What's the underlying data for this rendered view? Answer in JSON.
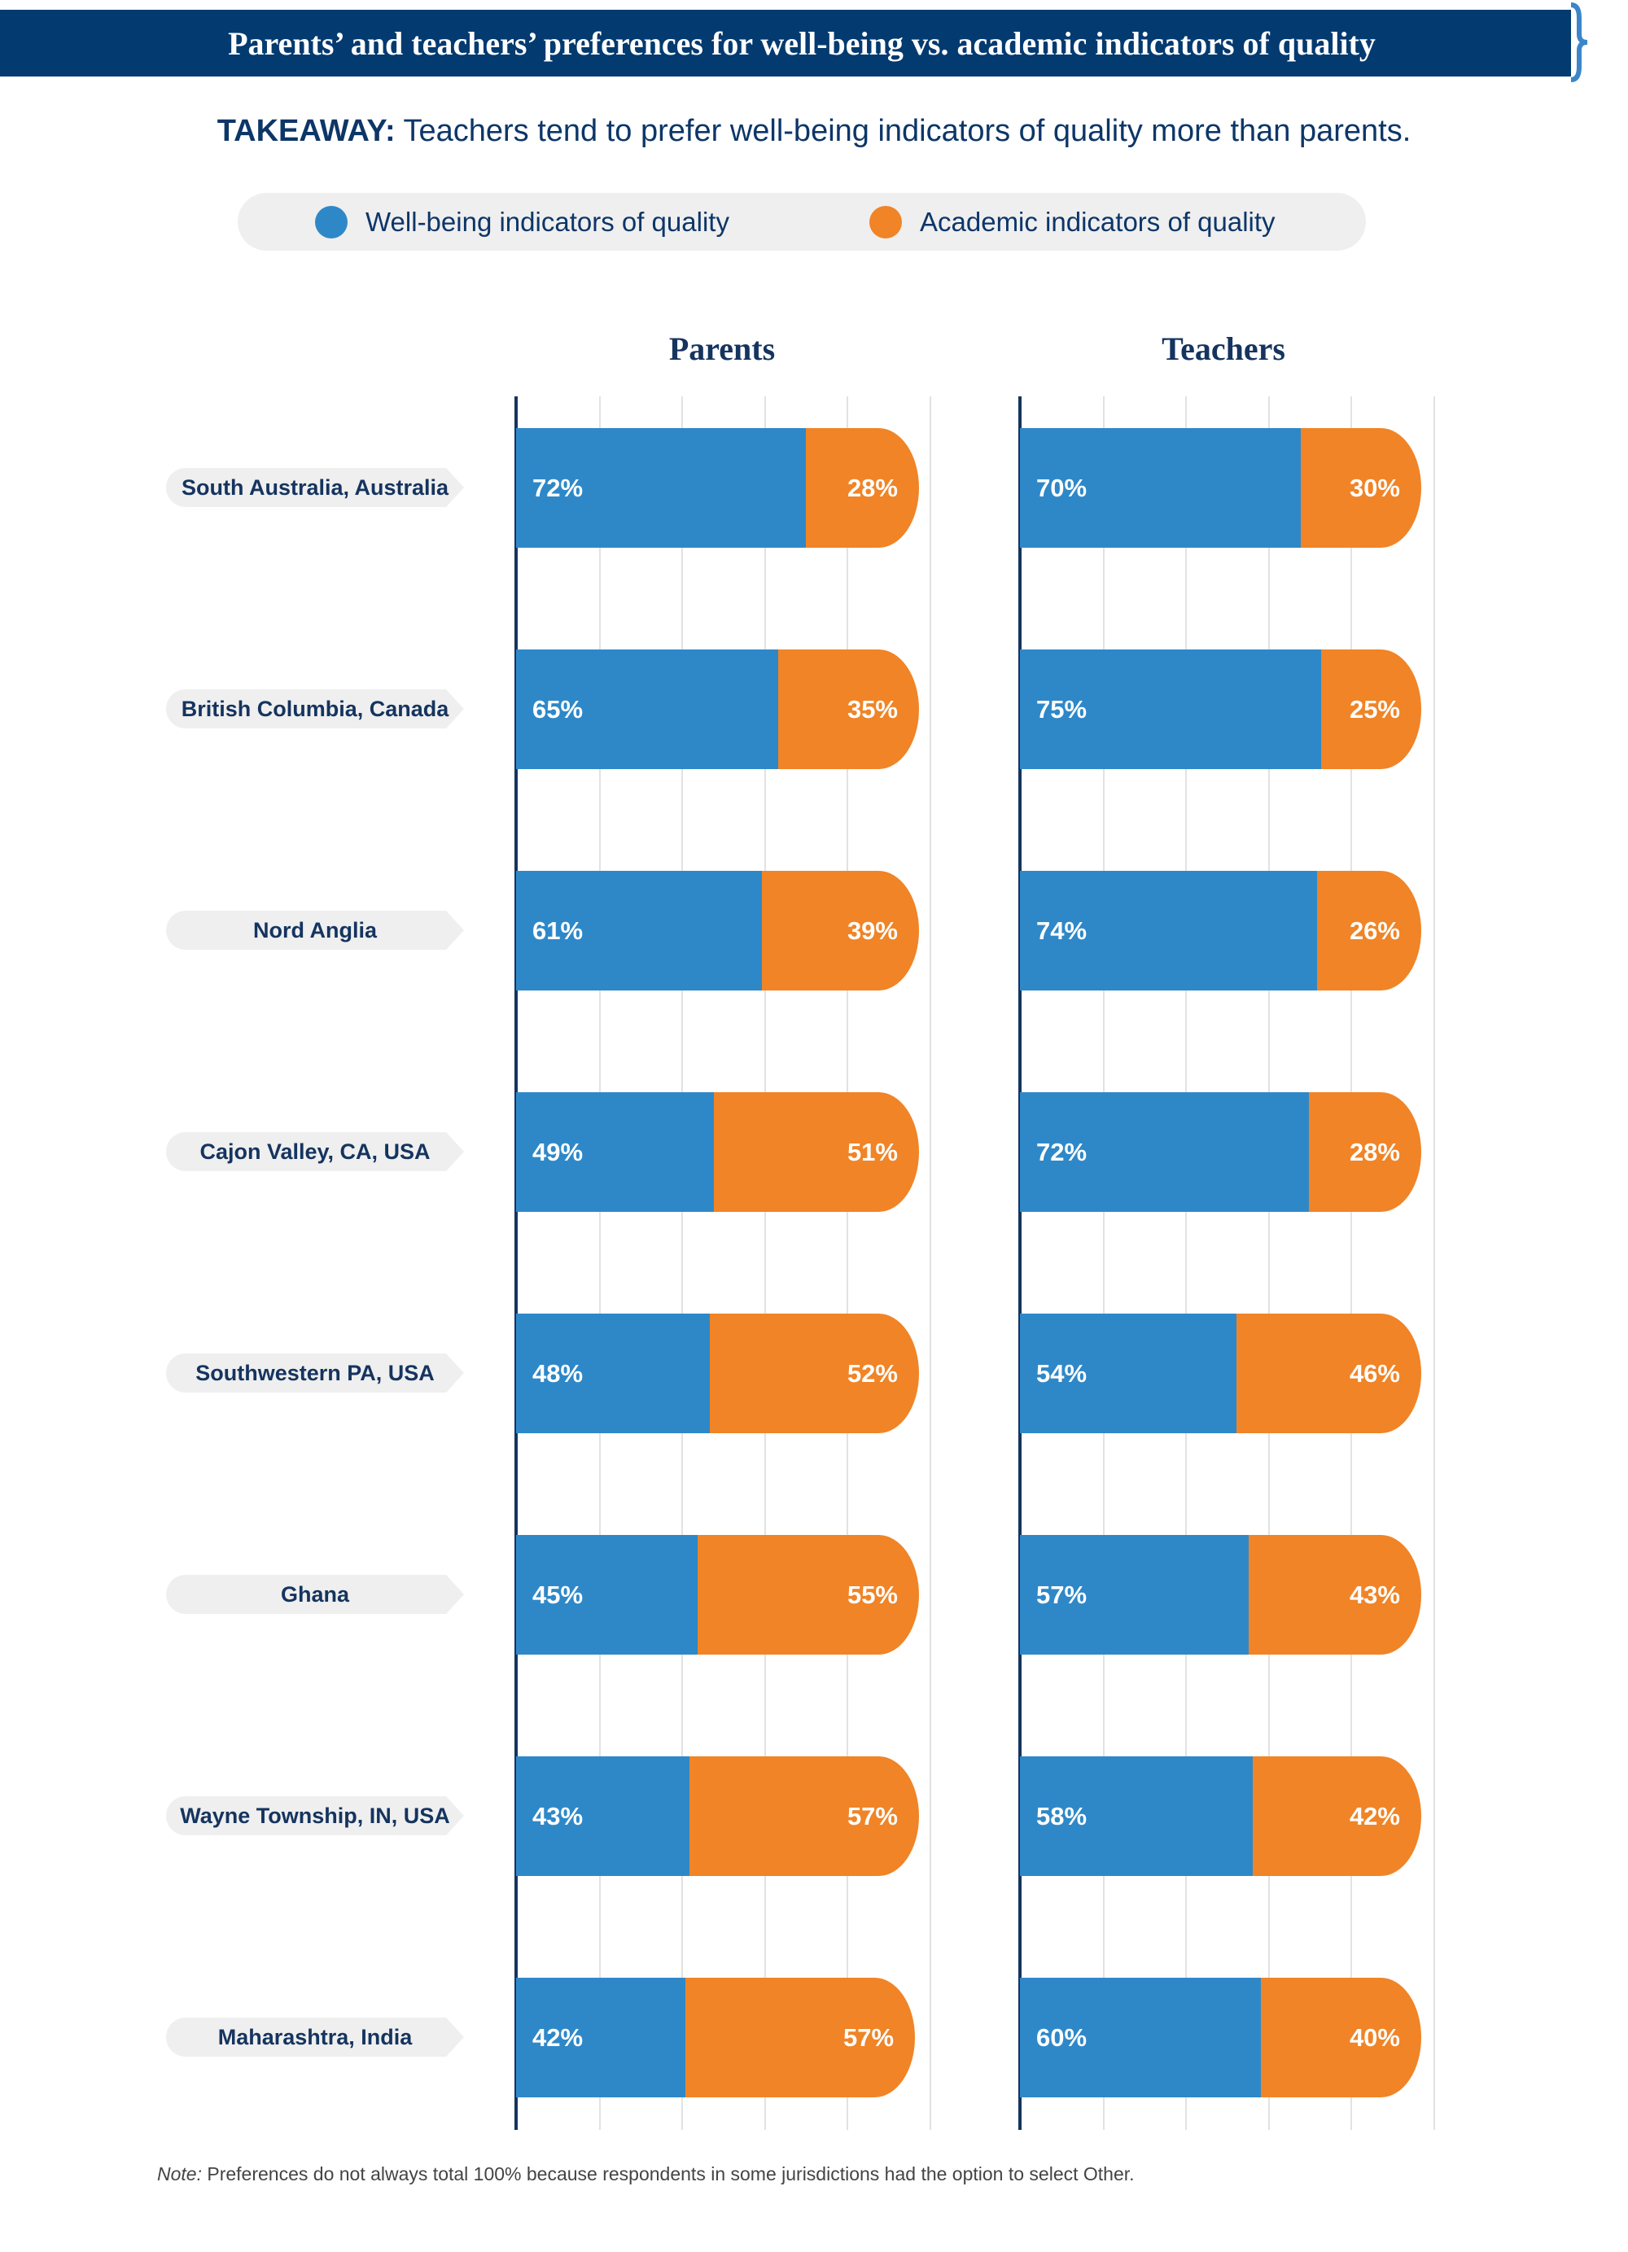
{
  "header": {
    "title": "Parents’ and teachers’ preferences for well-being vs. academic indicators of quality"
  },
  "takeaway": {
    "label": "TAKEAWAY:",
    "text": " Teachers tend to prefer well-being indicators of quality more than parents."
  },
  "colors": {
    "wellbeing": "#2e88c8",
    "academic": "#f08426",
    "navy": "#033a70"
  },
  "footnote": {
    "label": "Note:",
    "text": " Preferences do not always total 100% because respondents in some jurisdictions had the option to select Other."
  },
  "chart_data": {
    "type": "bar",
    "stacked": true,
    "orientation": "horizontal",
    "title": "Parents’ and teachers’ preferences for well-being vs. academic indicators of quality",
    "legend": {
      "placement": "top",
      "entries": [
        "Well-being indicators of quality",
        "Academic indicators of quality"
      ]
    },
    "panels": [
      "Parents",
      "Teachers"
    ],
    "xlim": [
      0,
      100
    ],
    "grid": true,
    "categories": [
      "South Australia, Australia",
      "British Columbia, Canada",
      "Nord Anglia",
      "Cajon Valley, CA, USA",
      "Southwestern PA, USA",
      "Ghana",
      "Wayne Township, IN, USA",
      "Maharashtra, India"
    ],
    "series": [
      {
        "name": "Parents – Well-being indicators of quality",
        "values": [
          72,
          65,
          61,
          49,
          48,
          45,
          43,
          42
        ]
      },
      {
        "name": "Parents – Academic indicators of quality",
        "values": [
          28,
          35,
          39,
          51,
          52,
          55,
          57,
          57
        ]
      },
      {
        "name": "Teachers – Well-being indicators of quality",
        "values": [
          70,
          75,
          74,
          72,
          54,
          57,
          58,
          60
        ]
      },
      {
        "name": "Teachers – Academic indicators of quality",
        "values": [
          30,
          25,
          26,
          28,
          46,
          43,
          42,
          40
        ]
      }
    ]
  }
}
